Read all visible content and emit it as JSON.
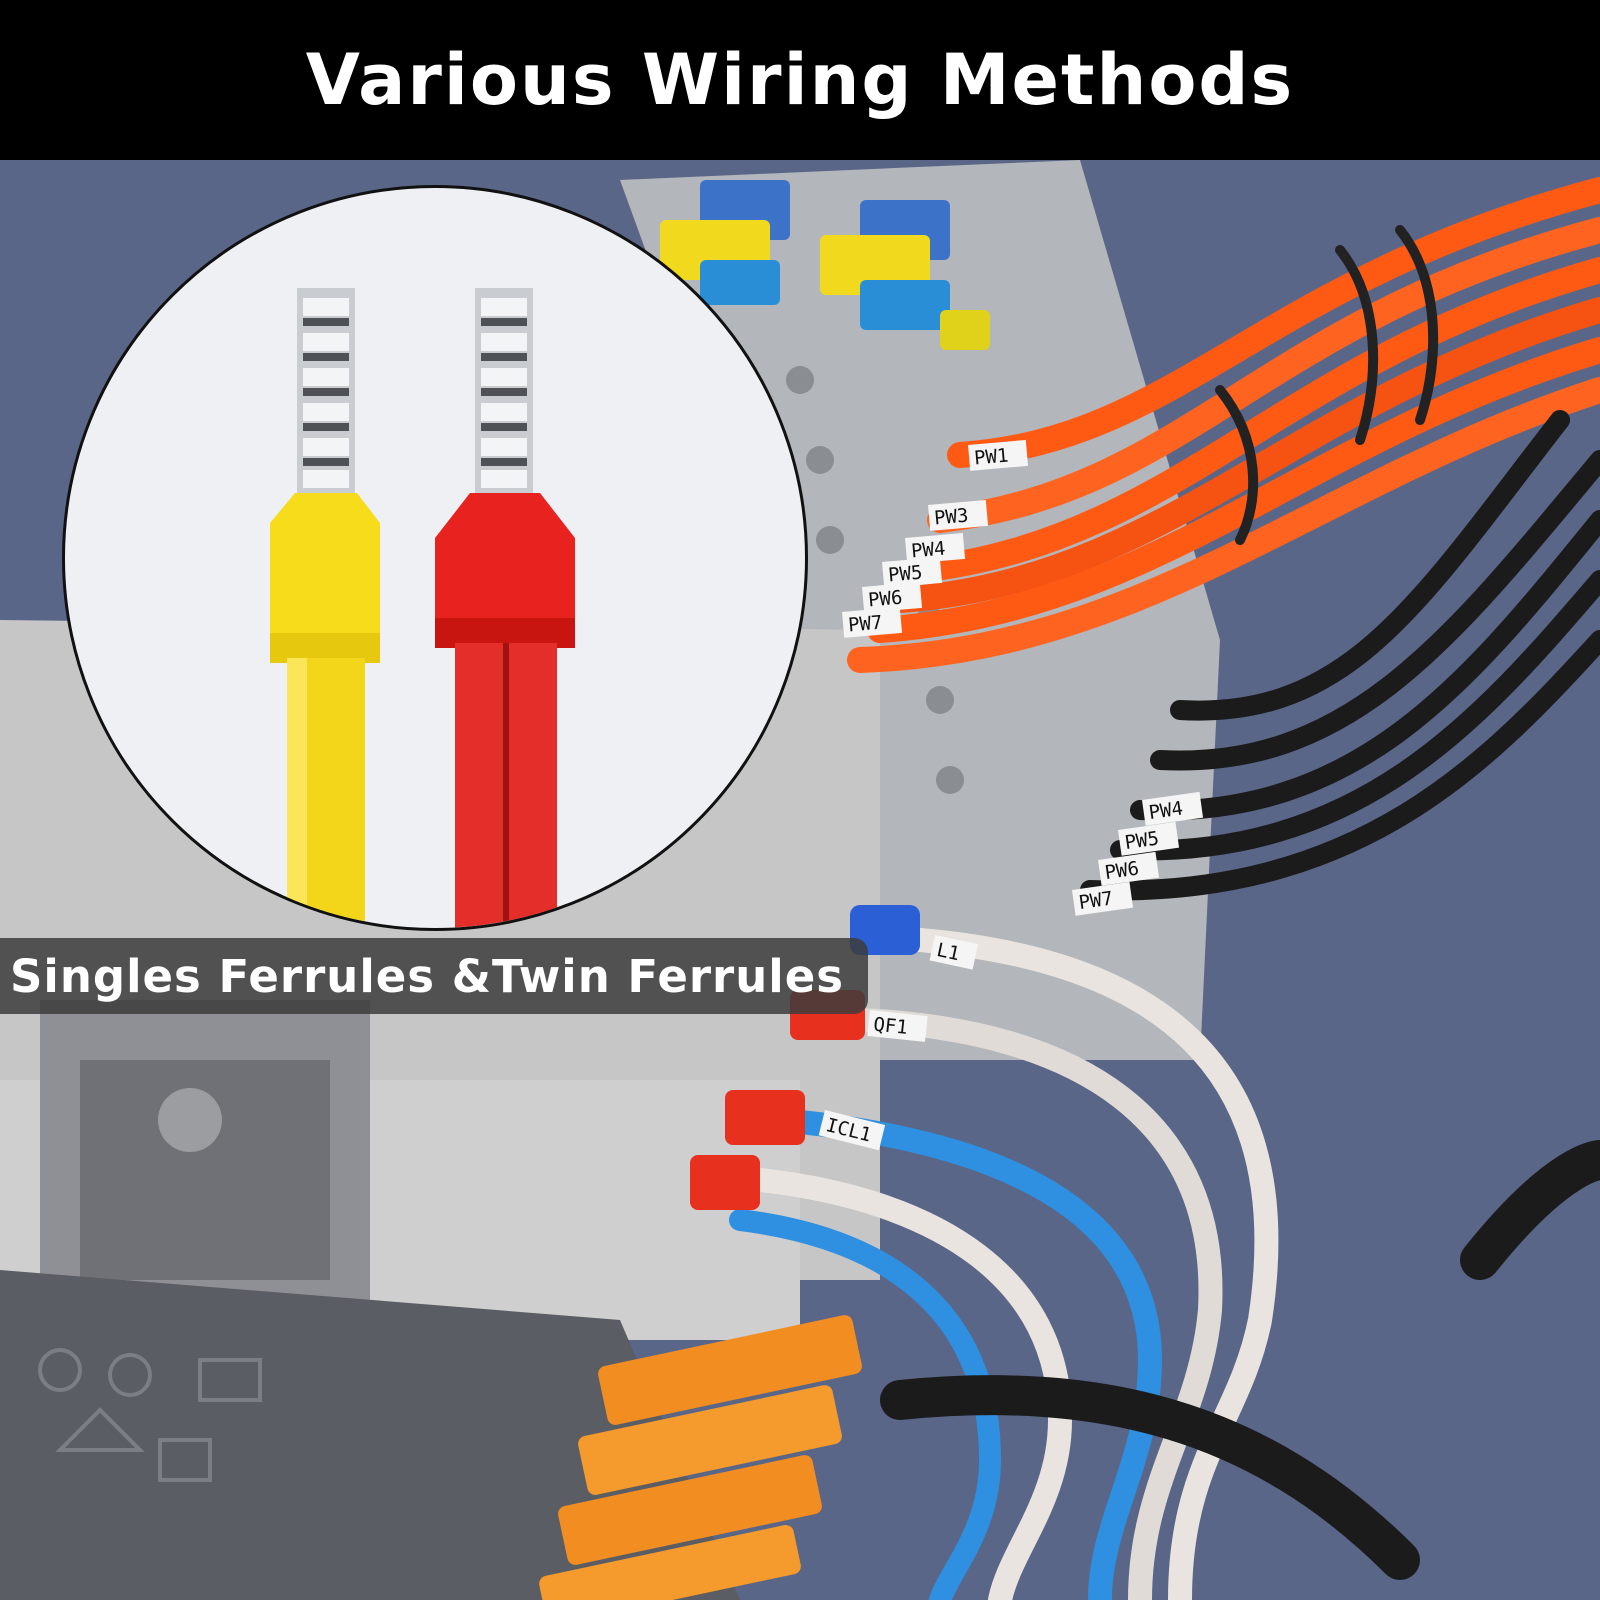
{
  "header": {
    "title": "Various Wiring Methods"
  },
  "caption": {
    "text": "Singles Ferrules &Twin Ferrules"
  },
  "labels": {
    "orange": [
      "PW1",
      "PW3",
      "PW4",
      "PW5",
      "PW6",
      "PW7"
    ],
    "black": [
      "PW4",
      "PW5",
      "PW6",
      "PW7"
    ],
    "white": [
      "L1",
      "QF1"
    ],
    "blue": [
      "ICL1"
    ]
  },
  "colors": {
    "background_board": "#5d6a8a",
    "terminal_grey": "#b9bcc0",
    "wire_orange": "#ff5a14",
    "wire_black": "#1b1b1b",
    "wire_white": "#e9e4df",
    "wire_blue": "#2f8fe0",
    "ferrule_yellow": "#f6dc1a",
    "ferrule_red": "#e8221f"
  }
}
